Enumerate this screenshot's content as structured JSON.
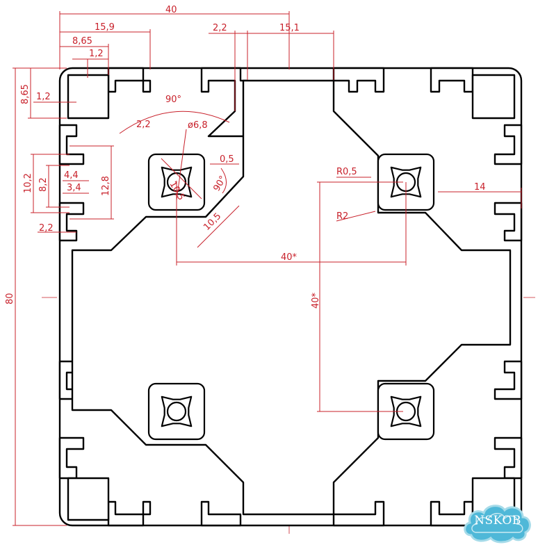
{
  "drawing": {
    "dimensions": {
      "overall_width": "40",
      "slot_offset_outer": "15,9",
      "slot_offset_inner": "8,65",
      "wall_top": "1,2",
      "lip_top": "2,2",
      "slot_half": "15,1",
      "corner_height": "8,65",
      "lip_left": "1,2",
      "angle_corner": "90°",
      "lip_diag": "2,2",
      "bore_dia": "ø6,8",
      "clearance": "0,5",
      "core_a": "10,5",
      "core_b": "10,5",
      "angle_core": "90°",
      "slot_outer": "10,2",
      "slot_mid": "8,2",
      "slot_neck": "4,4",
      "slot_inner": "3,4",
      "slot_depth": "12,8",
      "slot_lip": "2,2",
      "fillet_small": "R0,5",
      "fillet_large": "R2",
      "slot_depth_right": "14",
      "pitch_horizontal": "40*",
      "pitch_vertical": "40*",
      "overall_height": "80"
    }
  },
  "watermark": {
    "text": "NSKOB"
  }
}
